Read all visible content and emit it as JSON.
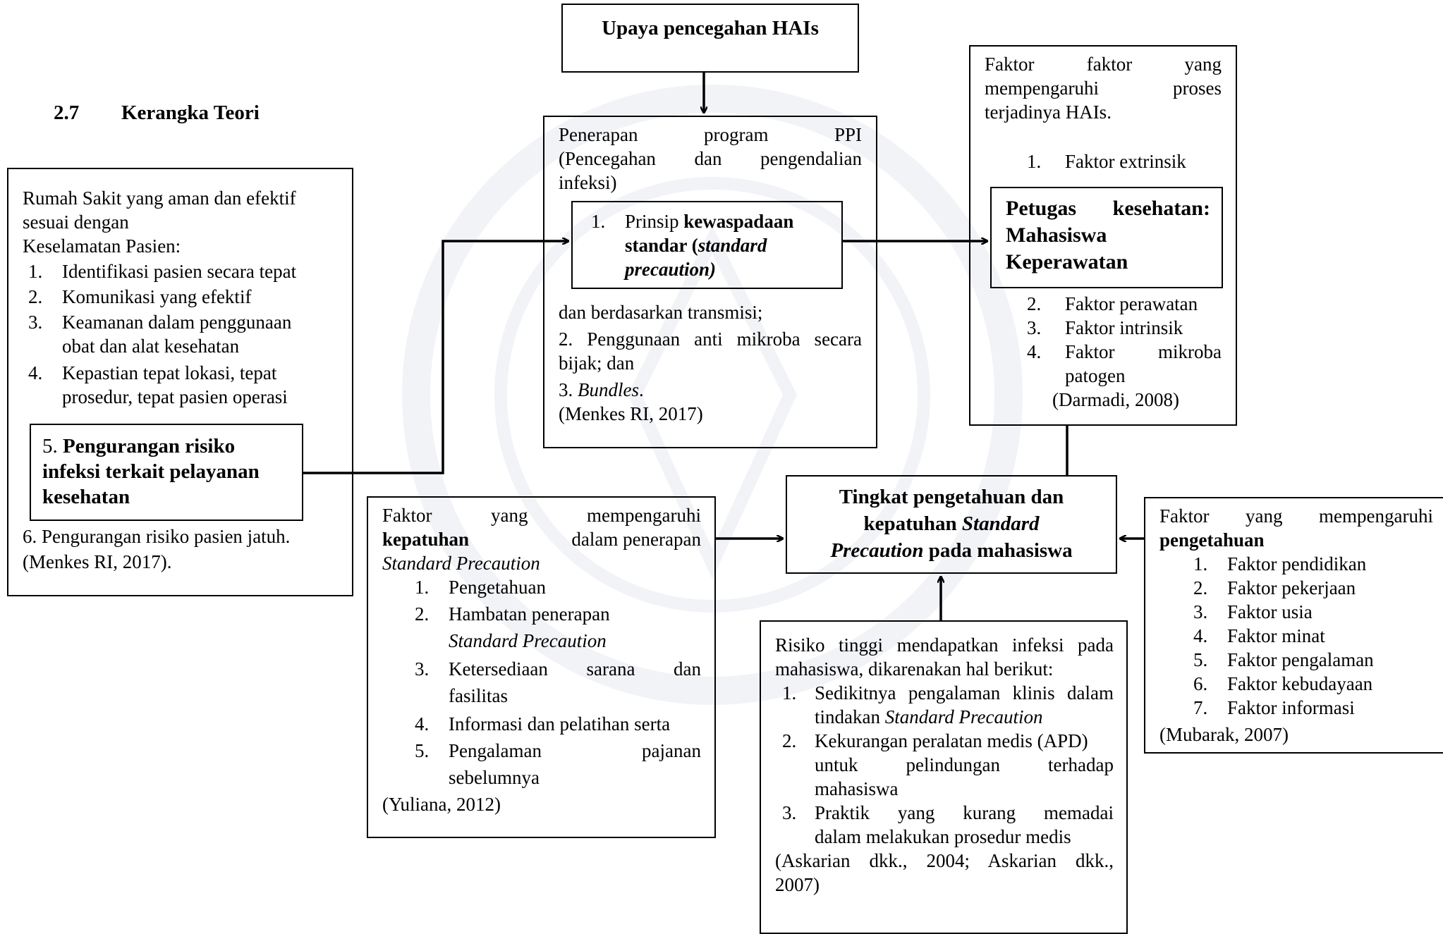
{
  "section": {
    "number": "2.7",
    "title": "Kerangka Teori"
  },
  "upaya": {
    "title": "Upaya pencegahan HAIs"
  },
  "ppi": {
    "intro_1": "Penerapan program PPI",
    "intro_2": "(Pencegahan dan pengendalian",
    "intro_3": "infeksi)",
    "prinsip_num": "1.",
    "prinsip_a": "Prinsip ",
    "prinsip_b": "kewaspadaan",
    "prinsip_c": "standar (",
    "prinsip_d": "standard",
    "prinsip_e": "precaution)",
    "transmisi": "dan berdasarkan transmisi;",
    "item2_1": "2. Penggunaan anti mikroba secara",
    "item2_2": "bijak; dan",
    "item3_num": "3. ",
    "item3_text": "Bundles",
    "item3_dot": ".",
    "source": "(Menkes RI, 2017)"
  },
  "rumah_sakit": {
    "intro_1": "Rumah Sakit yang aman dan efektif",
    "intro_2": "sesuai dengan",
    "intro_3": "Keselamatan Pasien:",
    "items": [
      {
        "num": "1.",
        "lines": [
          "Identifikasi pasien secara tepat"
        ]
      },
      {
        "num": "2.",
        "lines": [
          "Komunikasi yang efektif"
        ]
      },
      {
        "num": "3.",
        "lines": [
          "Keamanan dalam penggunaan",
          "obat dan alat kesehatan"
        ]
      },
      {
        "num": "4.",
        "lines": [
          "Kepastian tepat lokasi, tepat",
          "prosedur, tepat pasien operasi"
        ]
      }
    ],
    "item5_num": "5. ",
    "item5_l1": "Pengurangan risiko",
    "item5_l2": "infeksi terkait pelayanan",
    "item5_l3": "kesehatan",
    "item6": "6. Pengurangan risiko pasien jatuh.",
    "source": "(Menkes RI, 2017)."
  },
  "hais": {
    "intro_1": "Faktor faktor yang",
    "intro_2": "mempengaruhi proses",
    "intro_3": "terjadinya HAIs.",
    "f1_num": "1.",
    "f1": "Faktor extrinsik",
    "petugas_1": "Petugas kesehatan:",
    "petugas_2": "Mahasiswa",
    "petugas_3": "Keperawatan",
    "f2_num": "2.",
    "f2": "Faktor perawatan",
    "f3_num": "3.",
    "f3": "Faktor intrinsik",
    "f4_num": "4.",
    "f4a": "Faktor mikroba",
    "f4b": "patogen",
    "source": "(Darmadi, 2008)"
  },
  "kepatuhan": {
    "intro_1": "Faktor yang mempengaruhi",
    "intro_2a": "kepatuhan",
    "intro_2b": " dalam penerapan",
    "intro_3": "Standard Precaution",
    "items": [
      {
        "num": "1.",
        "text": "Pengetahuan"
      },
      {
        "num": "2.",
        "text": "Hambatan penerapan"
      },
      {
        "num": "",
        "text": "Standard Precaution"
      },
      {
        "num": "3.",
        "text": "Ketersediaan sarana dan"
      },
      {
        "num": "",
        "text": "fasilitas"
      },
      {
        "num": "4.",
        "text": "Informasi dan pelatihan serta"
      },
      {
        "num": "5.",
        "text": "Pengalaman pajanan"
      },
      {
        "num": "",
        "text": "sebelumnya"
      }
    ],
    "source": "(Yuliana, 2012)"
  },
  "tingkat": {
    "l1": "Tingkat pengetahuan dan",
    "l2a": "kepatuhan ",
    "l2b": "Standard",
    "l3a": "Precaution",
    "l3b": " pada mahasiswa"
  },
  "pengetahuan": {
    "intro_1": "Faktor yang mempengaruhi",
    "intro_2": "pengetahuan",
    "items": [
      {
        "num": "1.",
        "text": "Faktor pendidikan"
      },
      {
        "num": "2.",
        "text": "Faktor pekerjaan"
      },
      {
        "num": "3.",
        "text": "Faktor usia"
      },
      {
        "num": "4.",
        "text": "Faktor minat"
      },
      {
        "num": "5.",
        "text": "Faktor pengalaman"
      },
      {
        "num": "6.",
        "text": "Faktor kebudayaan"
      },
      {
        "num": "7.",
        "text": "Faktor informasi"
      }
    ],
    "source": "(Mubarak, 2007)"
  },
  "risiko": {
    "intro_1": "Risiko tinggi mendapatkan infeksi pada",
    "intro_2": "mahasiswa, dikarenakan hal berikut:",
    "i1_num": "1.",
    "i1_a": "Sedikitnya pengalaman klinis dalam",
    "i1_b1": "tindakan ",
    "i1_b2": "Standard Precaution",
    "i2_num": "2.",
    "i2_a": "Kekurangan peralatan medis (APD)",
    "i2_b": "untuk pelindungan terhadap",
    "i2_c": "mahasiswa",
    "i3_num": "3.",
    "i3_a": "Praktik yang kurang memadai",
    "i3_b": "dalam melakukan prosedur medis",
    "source_1": "(Askarian dkk., 2004; Askarian dkk.,",
    "source_2": "2007)"
  },
  "colors": {
    "line": "#000000",
    "watermark": "#8f9fc4"
  }
}
